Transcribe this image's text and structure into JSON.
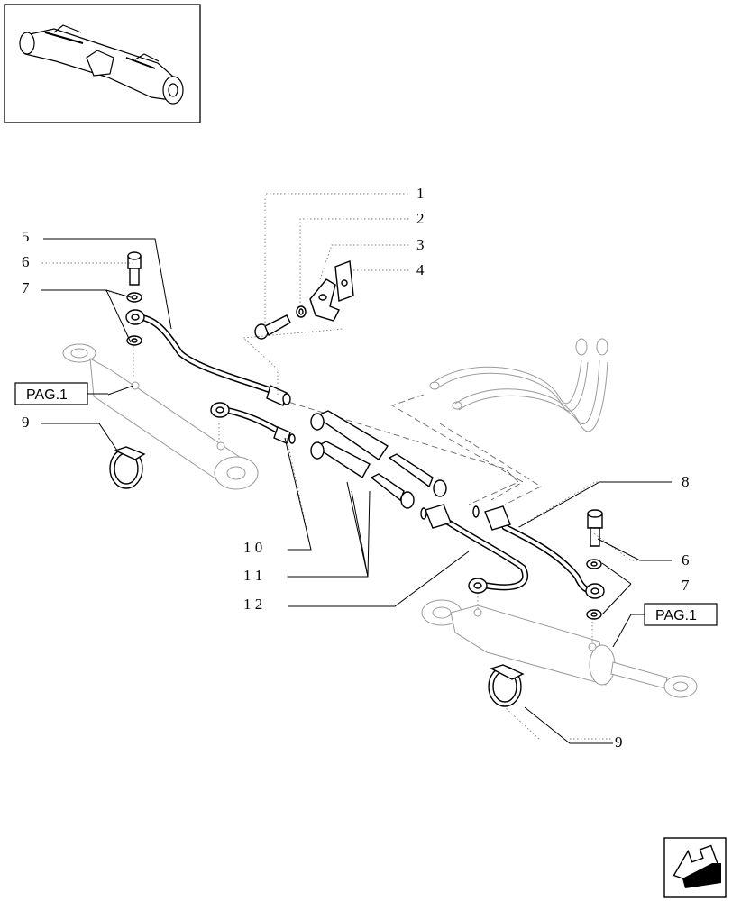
{
  "callouts": {
    "c1": "1",
    "c2": "2",
    "c3": "3",
    "c4": "4",
    "c5": "5",
    "c6_left": "6",
    "c7_left": "7",
    "c9_left": "9",
    "c10": "1 0",
    "c11": "1 1",
    "c12": "1 2",
    "c8": "8",
    "c6_right": "6",
    "c7_right": "7",
    "c9_right": "9"
  },
  "page_refs": {
    "left": "PAG.1",
    "right": "PAG.1"
  },
  "icons": {
    "thumbnail": "front-axle-thumbnail-icon",
    "nav": "navigation-arrow-icon"
  }
}
